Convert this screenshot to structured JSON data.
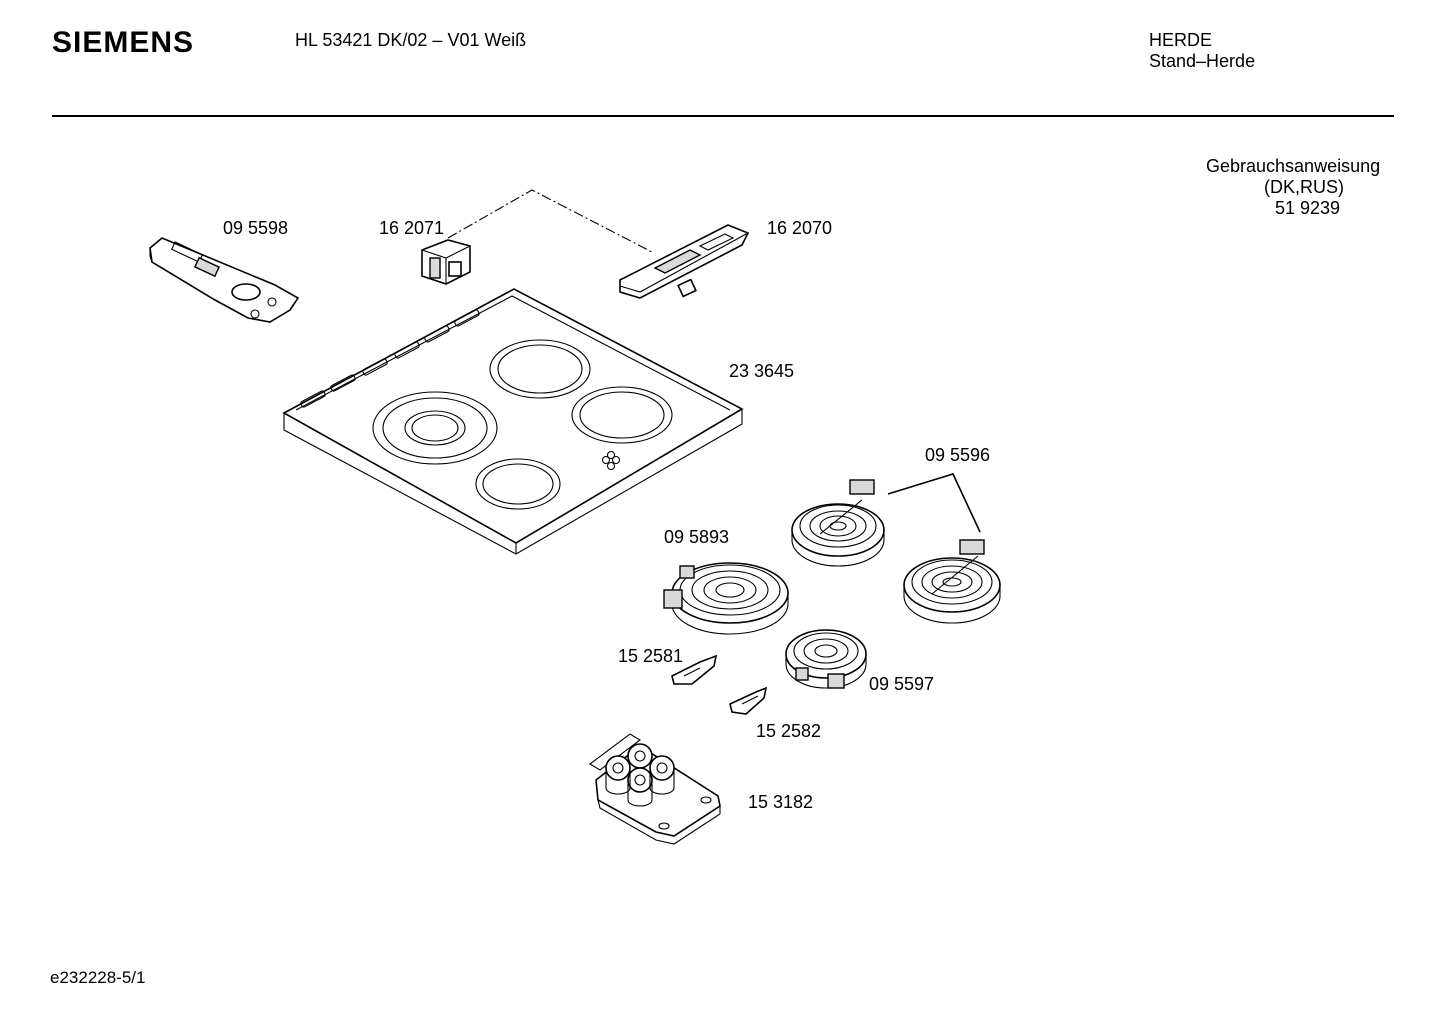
{
  "header": {
    "brand": "SIEMENS",
    "model": "HL 53421 DK/02 – V01 Weiß",
    "category_line1": "HERDE",
    "category_line2": "Stand–Herde"
  },
  "document": {
    "line1": "Gebrauchsanweisung",
    "line2": "(DK,RUS)",
    "line3": "51 9239"
  },
  "parts": [
    "09 5598",
    "16 2071",
    "16 2070",
    "23 3645",
    "09 5596",
    "09 5893",
    "15 2581",
    "09 5597",
    "15 2582",
    "15 3182"
  ],
  "footer": {
    "page_id": "e232228-5/1"
  }
}
